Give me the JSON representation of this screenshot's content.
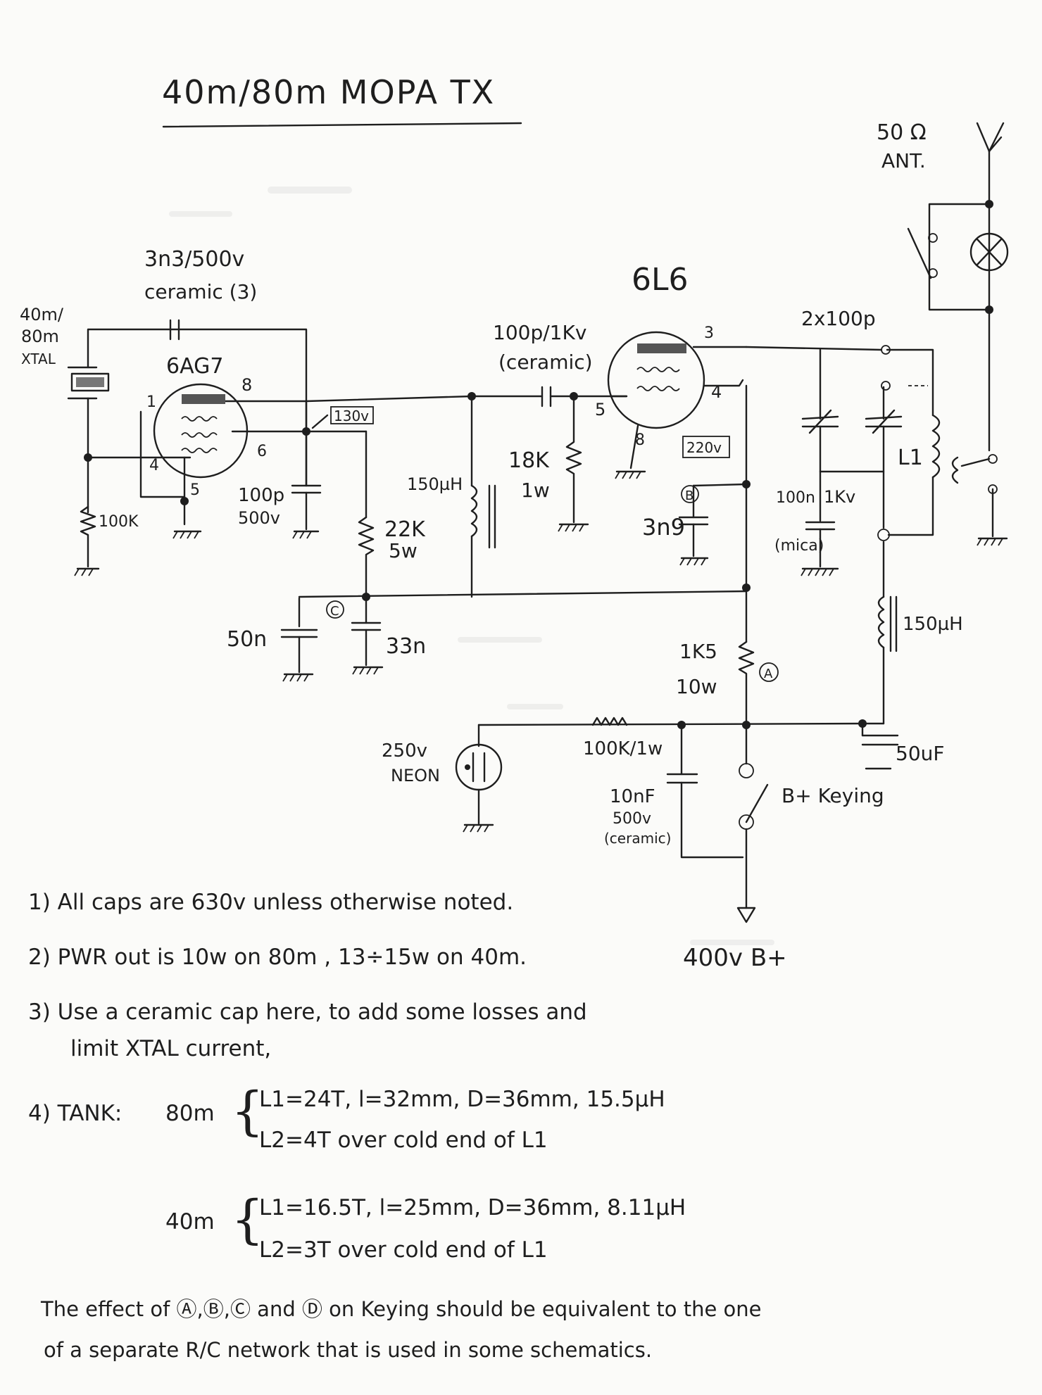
{
  "title": "40m/80m MOPA TX",
  "tubes": {
    "osc": "6AG7",
    "pa": "6L6"
  },
  "pins": {
    "p1": "1",
    "p4": "4",
    "p5": "5",
    "p6": "6",
    "p8": "8",
    "pa3": "3",
    "pa4": "4",
    "pa5": "5",
    "pa8": "8"
  },
  "labels": {
    "xtal": "40m/\n80m\nXTAL",
    "xtal_l1": "40m/",
    "xtal_l2": "80m",
    "xtal_l3": "XTAL",
    "cap_3n3_a": "3n3/500v",
    "cap_3n3_b": "ceramic (3)",
    "r100k": "100K",
    "cap_100p_a": "100p",
    "cap_100p_b": "500v",
    "v130": "130v",
    "r22k_a": "22K",
    "r22k_b": "5w",
    "cap50n": "50n",
    "cap33n": "33n",
    "mark_c": "C",
    "mark_b": "B",
    "mark_a": "A",
    "cap_100p_1kv_a": "100p/1Kv",
    "cap_100p_1kv_b": "(ceramic)",
    "l150_1": "150µH",
    "r18k_a": "18K",
    "r18k_b": "1w",
    "v220": "220v",
    "cap3n9": "3n9",
    "r1k5_a": "1K5",
    "r1k5_b": "10w",
    "neon_a": "250v",
    "neon_b": "NEON",
    "r100k_1w": "100K/1w",
    "cap10nf_a": "10nF",
    "cap10nf_b": "500v",
    "cap10nf_c": "(ceramic)",
    "bkeying": "B+ Keying",
    "b400": "400v B+",
    "cap_2x100p": "2x100p",
    "cap_100n_a": "100n",
    "cap_100n_b": "1Kv",
    "cap_100n_c": "(mica)",
    "l1": "L1",
    "l150_2": "150µH",
    "cap50uf": "50uF",
    "ant_a": "50 Ω",
    "ant_b": "ANT."
  },
  "notes": {
    "n1": "1) All caps are 630v unless otherwise noted.",
    "n2": "2) PWR out is 10w on 80m , 13÷15w on 40m.",
    "n3a": "3) Use a ceramic cap here, to add some losses and",
    "n3b": "limit XTAL current,",
    "n4_head": "4) TANK:",
    "n4_80": "80m",
    "n4_80_l1": "L1=24T, l=32mm, D=36mm, 15.5µH",
    "n4_80_l2": "L2=4T over cold end of L1",
    "n4_40": "40m",
    "n4_40_l1": "L1=16.5T, l=25mm, D=36mm, 8.11µH",
    "n4_40_l2": "L2=3T over cold end of L1",
    "n5a": "The effect of Ⓐ,Ⓑ,Ⓒ and Ⓓ on Keying should be equivalent to the one",
    "n5b": "of a separate R/C network that is used in some schematics."
  }
}
